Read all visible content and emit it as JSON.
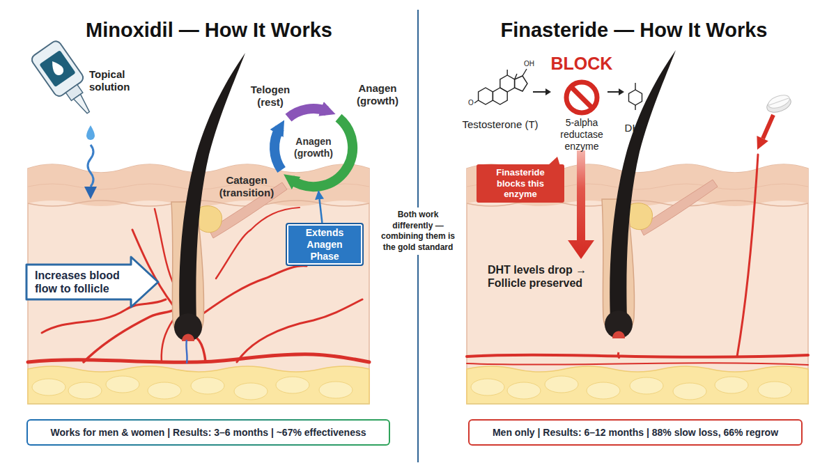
{
  "diagram": {
    "nodes": [
      {
        "text": [
          "Anagen (growth)"
        ]
      },
      {
        "text": [
          "Extends Anagen Phase"
        ]
      },
      {
        "text": [
          "Increases blood flow to follicle"
        ]
      },
      {
        "text": [
          "Works for men & women | Results: 3–6 months | ~67% effectiveness"
        ]
      },
      {
        "text": [
          "Finasteride blocks this enzyme"
        ]
      },
      {
        "text": [
          "Men only | Results: 6–12 months | 88% slow loss, 66% regrow"
        ]
      }
    ],
    "edges": [
      {
        "from": 1,
        "to": 0,
        "arrow": "to"
      }
    ],
    "labels": [
      "Minoxidil — How It Works",
      "Topical solution",
      "Telogen (rest)",
      "Anagen (growth)",
      "Catagen (transition)",
      "Both work differently — combining them is the gold standard",
      "Finasteride — How It Works",
      "BLOCK",
      "OH",
      "O",
      "Testosterone (T)",
      "5-alpha reductase enzyme",
      "DHT",
      "DHT levels drop → Follicle preserved"
    ]
  }
}
